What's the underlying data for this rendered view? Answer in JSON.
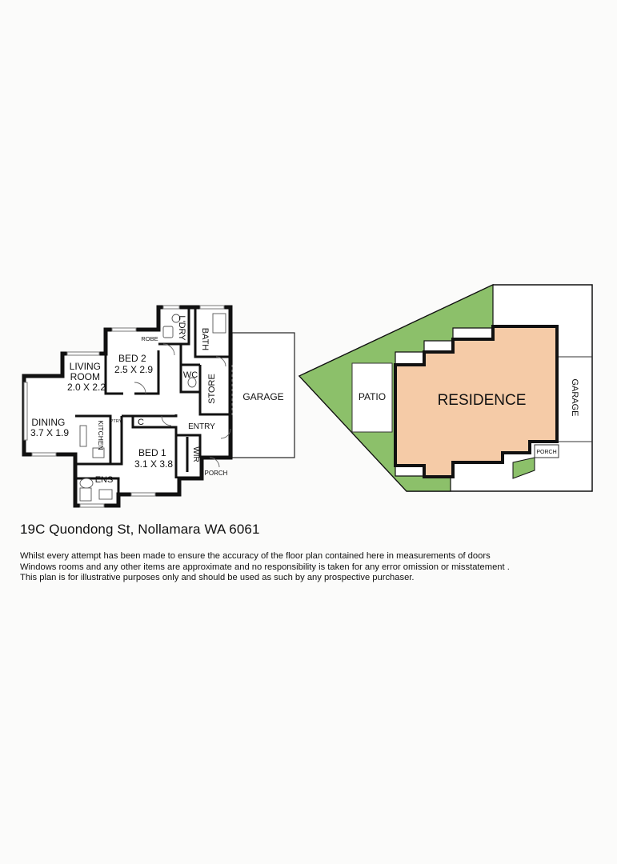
{
  "floor_plan": {
    "rooms": {
      "living": [
        "LIVING",
        "ROOM",
        "2.0 X 2.2"
      ],
      "dining": [
        "DINING",
        "3.7 X 1.9"
      ],
      "bed2": [
        "BED 2",
        "2.5 X 2.9"
      ],
      "bed1": [
        "BED 1",
        "3.1 X 3.8"
      ],
      "robe": "ROBE",
      "laundry": "L'DRY",
      "bath": "BATH",
      "wc": "WC",
      "store": "STORE",
      "garage": "GARAGE",
      "kitchen": "KITCHEN",
      "pantry": "PTRY",
      "cupboard": "C",
      "entry": "ENTRY",
      "wir": "WIR",
      "porch": "PORCH",
      "ensuite": "ENS"
    }
  },
  "site_plan": {
    "patio": "PATIO",
    "residence": "RESIDENCE",
    "garage": "GARAGE",
    "porch": "PORCH",
    "colors": {
      "lawn": "#8cc06a",
      "residence": "#f5cba7",
      "outline": "#111111"
    }
  },
  "address": "19C Quondong St, Nollamara WA 6061",
  "disclaimer": [
    "Whilst every attempt has been made to ensure the accuracy of the floor plan contained here in measurements of doors",
    "Windows rooms and any other items are approximate and no responsibility is taken for any error omission or misstatement .",
    "This plan is for illustrative purposes only and should be used as such by any prospective purchaser."
  ]
}
